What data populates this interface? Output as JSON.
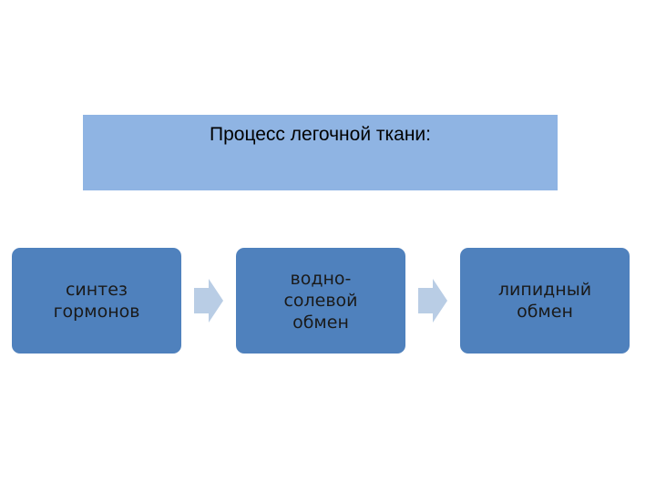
{
  "title": "Процесс легочной ткани:",
  "steps": [
    {
      "lines": [
        "синтез",
        "гормонов"
      ]
    },
    {
      "lines": [
        "водно-",
        "солевой",
        "обмен"
      ]
    },
    {
      "lines": [
        "липидный",
        "обмен"
      ]
    }
  ],
  "colors": {
    "title_bar": "#8fb4e3",
    "step_box": "#4f81bd",
    "arrow": "#b9cde5"
  },
  "icons": [
    "arrow-right-icon",
    "arrow-right-icon"
  ]
}
